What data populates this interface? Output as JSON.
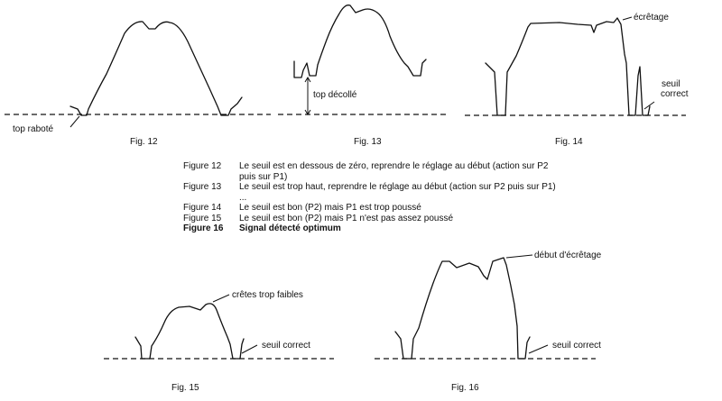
{
  "figures": {
    "fig12": {
      "caption": "Fig. 12",
      "annotation": "top raboté"
    },
    "fig13": {
      "caption": "Fig. 13",
      "annotation": "top décollé"
    },
    "fig14": {
      "caption": "Fig. 14",
      "annotation_top": "écrêtage",
      "annotation_right_1": "seuil",
      "annotation_right_2": "correct"
    },
    "fig15": {
      "caption": "Fig. 15",
      "annotation_top": "crêtes trop faibles",
      "annotation_right": "seuil correct"
    },
    "fig16": {
      "caption": "Fig. 16",
      "annotation_top": "début d'écrêtage",
      "annotation_right": "seuil correct"
    }
  },
  "legend": [
    {
      "key": "Figure  12",
      "text": "Le seuil est en dessous de zéro, reprendre le réglage au début (action sur P2 puis sur P1)",
      "bold": false
    },
    {
      "key": "Figure  13",
      "text": "Le seuil est trop haut, reprendre le réglage au début (action sur P2 puis sur P1)",
      "bold": false
    },
    {
      "key": "Figure  14",
      "text": "Le seuil est bon (P2) mais P1 est trop poussé",
      "bold": false
    },
    {
      "key": "Figure  15",
      "text": "Le seuil est bon (P2) mais P1 n'est pas assez poussé",
      "bold": false
    },
    {
      "key": "Figure  16",
      "text": "Signal détecté optimum",
      "bold": true
    }
  ],
  "legend_ellipsis": "..."
}
